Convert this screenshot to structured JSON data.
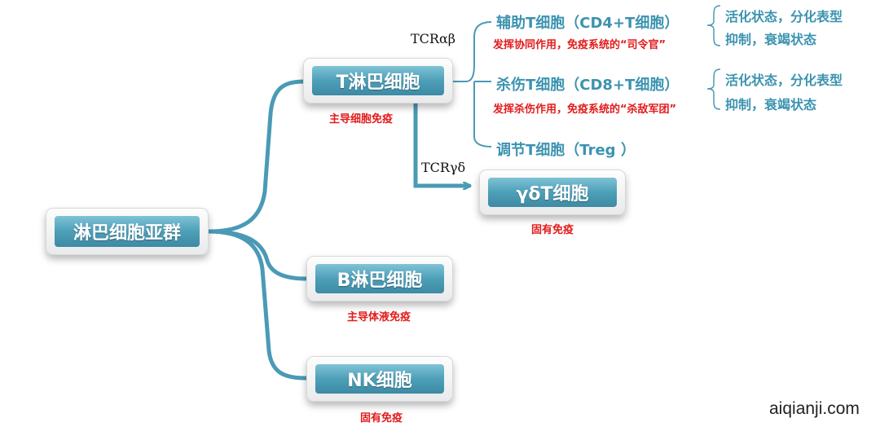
{
  "root": {
    "label": "淋巴细胞亚群"
  },
  "t_cell": {
    "label": "T淋巴细胞",
    "note": "主导细胞免疫"
  },
  "gd_cell": {
    "label": "γδT细胞",
    "note": "固有免疫"
  },
  "b_cell": {
    "label": "B淋巴细胞",
    "note": "主导体液免疫"
  },
  "nk_cell": {
    "label": "NK细胞",
    "note": "固有免疫"
  },
  "edges": {
    "tcr_ab": "TCRαβ",
    "tcr_gd": "TCRγδ"
  },
  "helper": {
    "label": "辅助T细胞（CD4+T细胞）",
    "note": "发挥协同作用，免疫系统的“司令官”",
    "states": [
      "活化状态，分化表型",
      "抑制，衰竭状态"
    ]
  },
  "killer": {
    "label": "杀伤T细胞（CD8+T细胞）",
    "note": "发挥杀伤作用，免疫系统的“杀敌军团”",
    "states": [
      "活化状态，分化表型",
      "抑制，衰竭状态"
    ]
  },
  "treg": {
    "label": "调节T细胞（Treg ）"
  },
  "watermark": "aiqianji.com",
  "colors": {
    "connector": "#4a9ab6",
    "node_fill": "#4d9fb8",
    "note_red": "#e21b1b",
    "text_blue": "#3c93b0"
  }
}
